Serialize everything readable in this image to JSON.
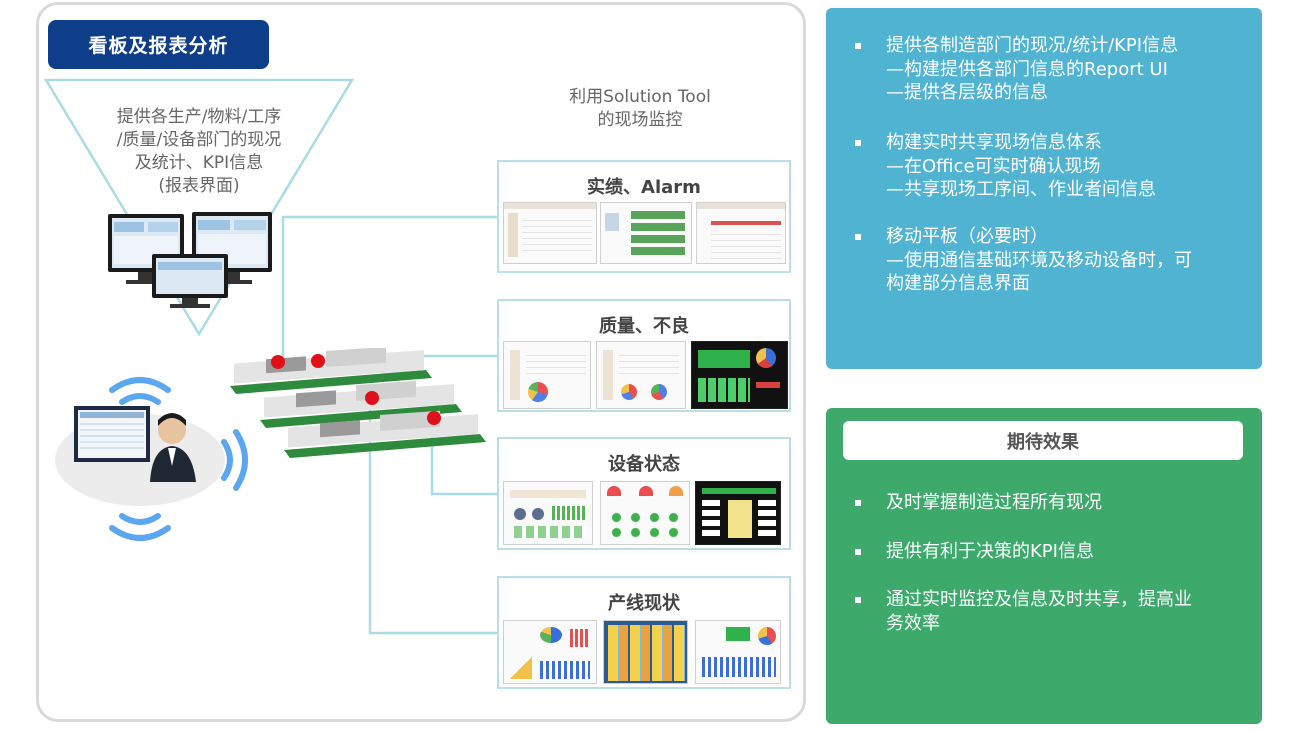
{
  "title": "看板及报表分析",
  "funnel_text": [
    "提供各生产/物料/工序",
    "/质量/设备部门的现况",
    "及统计、KPI信息",
    "(报表界面)"
  ],
  "tool_caption": [
    "利用Solution Tool",
    "的现场监控"
  ],
  "panels": [
    {
      "title": "实绩、Alarm"
    },
    {
      "title": "质量、不良"
    },
    {
      "title": "设备状态"
    },
    {
      "title": "产线现状"
    }
  ],
  "info_items": [
    {
      "lines": [
        "提供各制造部门的现况/统计/KPI信息",
        "—构建提供各部门信息的Report UI",
        "—提供各层级的信息"
      ]
    },
    {
      "lines": [
        "构建实时共享现场信息体系",
        "—在Office可实时确认现场",
        "—共享现场工序间、作业者间信息"
      ]
    },
    {
      "lines": [
        "移动平板（必要时）",
        "—使用通信基础环境及移动设备时，可",
        "构建部分信息界面"
      ]
    }
  ],
  "effect_title": "期待效果",
  "effect_items": [
    {
      "lines": [
        "及时掌握制造过程所有现况"
      ]
    },
    {
      "lines": [
        "提供有利于决策的KPI信息"
      ]
    },
    {
      "lines": [
        "通过实时监控及信息及时共享，提高业",
        "务效率"
      ]
    }
  ],
  "colors": {
    "title_bg": "#0e3e8a",
    "info_bg": "#4fb3d1",
    "effect_bg": "#3daa6c",
    "connector": "#a9dbe6",
    "alarm_dot": "#e0101a",
    "wifi": "#5aa6f0"
  },
  "icons": [
    "monitor-icon",
    "production-line-icon",
    "wifi-signal-icon",
    "user-laptop-icon",
    "alarm-dot-icon"
  ]
}
